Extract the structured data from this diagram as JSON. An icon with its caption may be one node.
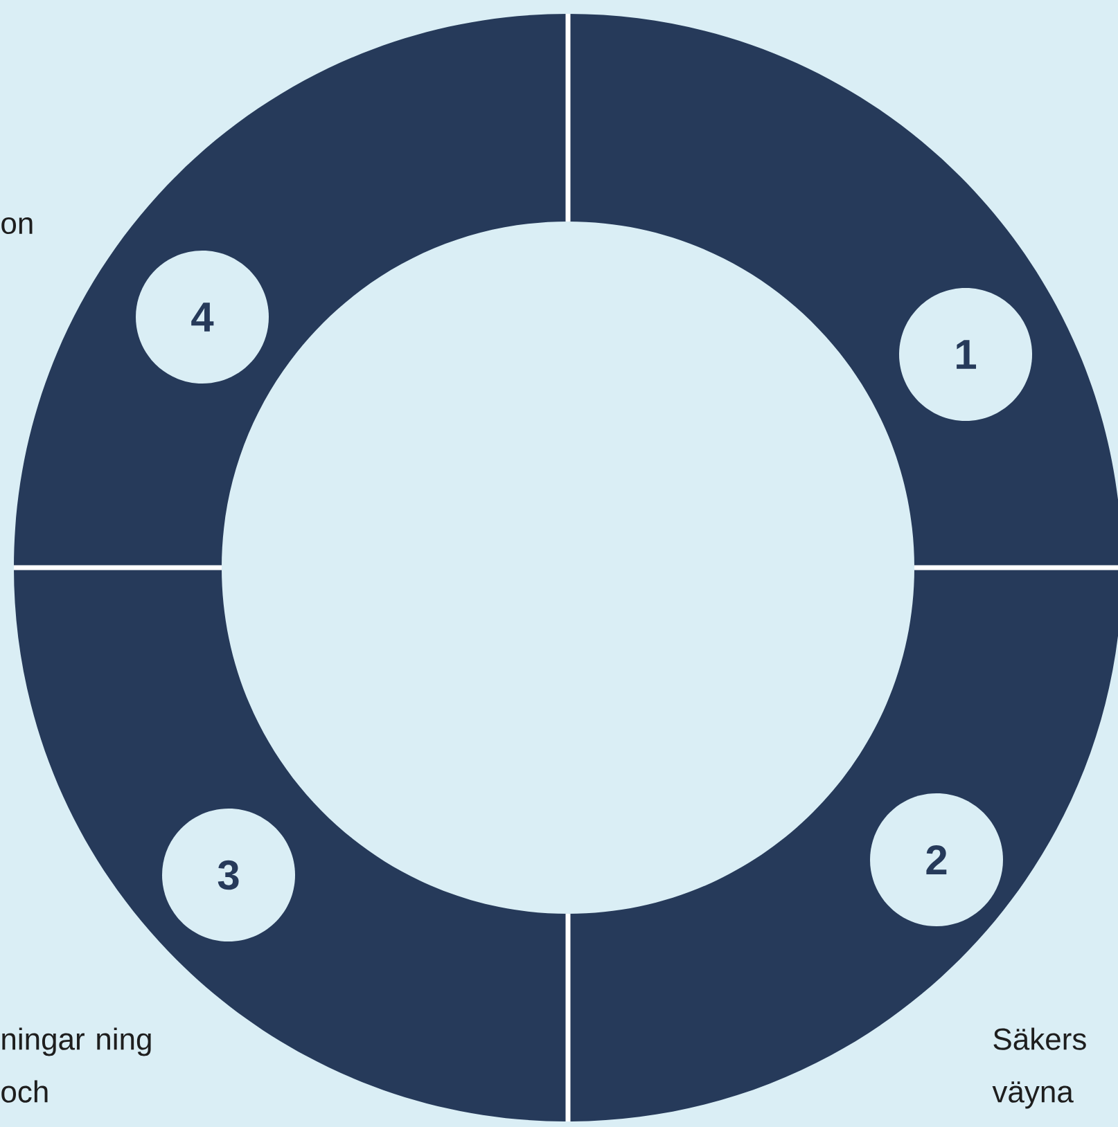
{
  "diagram": {
    "nodes": [
      {
        "text": [
          "1"
        ]
      },
      {
        "text": [
          "2"
        ]
      },
      {
        "text": [
          "3"
        ]
      },
      {
        "text": [
          "4"
        ]
      }
    ],
    "labels": [
      "on",
      "ningar ning och",
      "Säkers väyna"
    ]
  }
}
